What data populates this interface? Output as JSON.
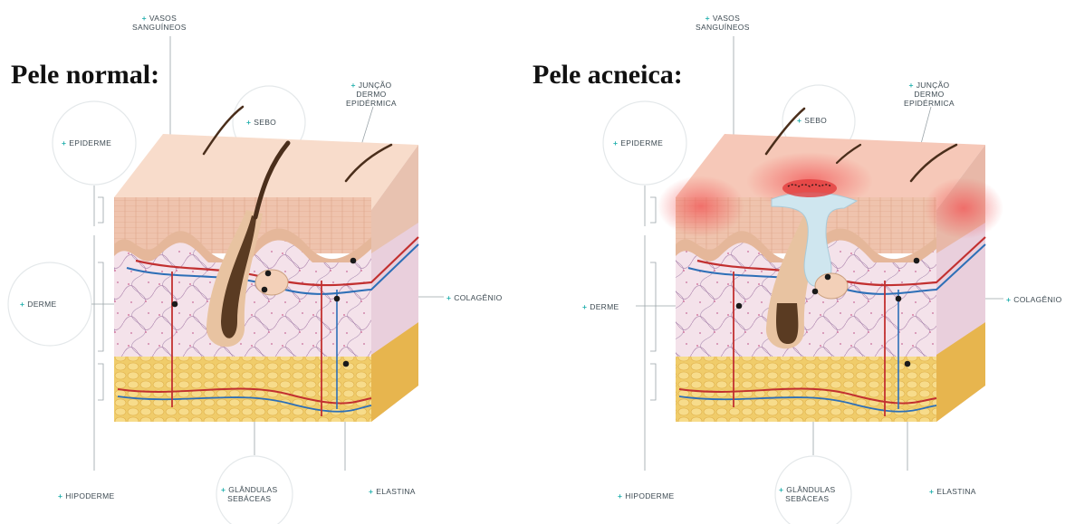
{
  "colors": {
    "accent_plus": "#2bb3b1",
    "epidermis": "#f6d7c5",
    "dermis": "#f4e2ea",
    "hypodermis": "#f0cc6a",
    "hair": "#4a2e1b",
    "artery": "#c23030",
    "vein": "#2d6fb7",
    "sebum": "#cfe6ef",
    "inflammation": "#f26f6f"
  },
  "panels": [
    {
      "title": "Pele normal:",
      "labels": {
        "vasos": [
          "VASOS",
          "SANGUÍNEOS"
        ],
        "juncao": [
          "JUNÇÃO",
          "DERMO",
          "EPIDÉRMICA"
        ],
        "sebo": [
          "SEBO"
        ],
        "epiderme": [
          "EPIDERME"
        ],
        "derme": [
          "DERME"
        ],
        "colageno": [
          "COLAGÊNIO"
        ],
        "hipoderme": [
          "HIPODERME"
        ],
        "glandulas": [
          "GLÂNDULAS",
          "SEBÁCEAS"
        ],
        "elastina": [
          "ELASTINA"
        ]
      }
    },
    {
      "title": "Pele acneica:",
      "labels": {
        "vasos": [
          "VASOS",
          "SANGUÍNEOS"
        ],
        "juncao": [
          "JUNÇÃO",
          "DERMO",
          "EPIDÉRMICA"
        ],
        "sebo": [
          "SEBO"
        ],
        "epiderme": [
          "EPIDERME"
        ],
        "derme": [
          "DERME"
        ],
        "colageno": [
          "COLAGÊNIO"
        ],
        "hipoderme": [
          "HIPODERME"
        ],
        "glandulas": [
          "GLÂNDULAS",
          "SEBÁCEAS"
        ],
        "elastina": [
          "ELASTINA"
        ]
      }
    }
  ]
}
